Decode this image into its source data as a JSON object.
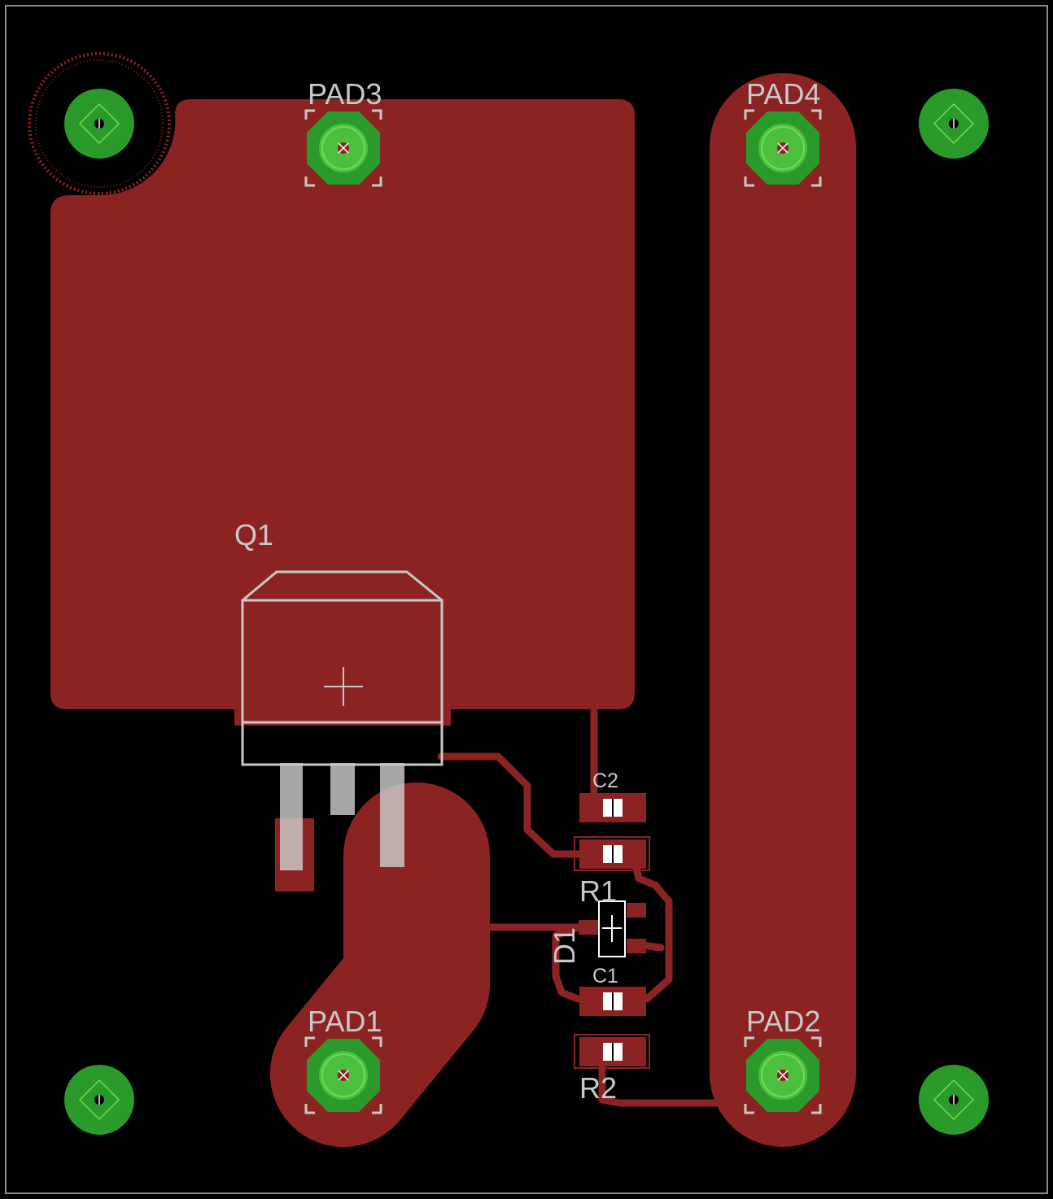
{
  "board": {
    "colors": {
      "background": "#000000",
      "outline": "#8a8a8a",
      "copper": "#8c2323",
      "pad_green": "#2a9a2a",
      "pad_light": "#6fdb5a",
      "silk": "#c8c8c8"
    }
  },
  "components": {
    "pad1": "PAD1",
    "pad2": "PAD2",
    "pad3": "PAD3",
    "pad4": "PAD4",
    "q1": "Q1",
    "c1": "C1",
    "c2": "C2",
    "r1": "R1",
    "r2": "R2",
    "d1": "D1"
  }
}
